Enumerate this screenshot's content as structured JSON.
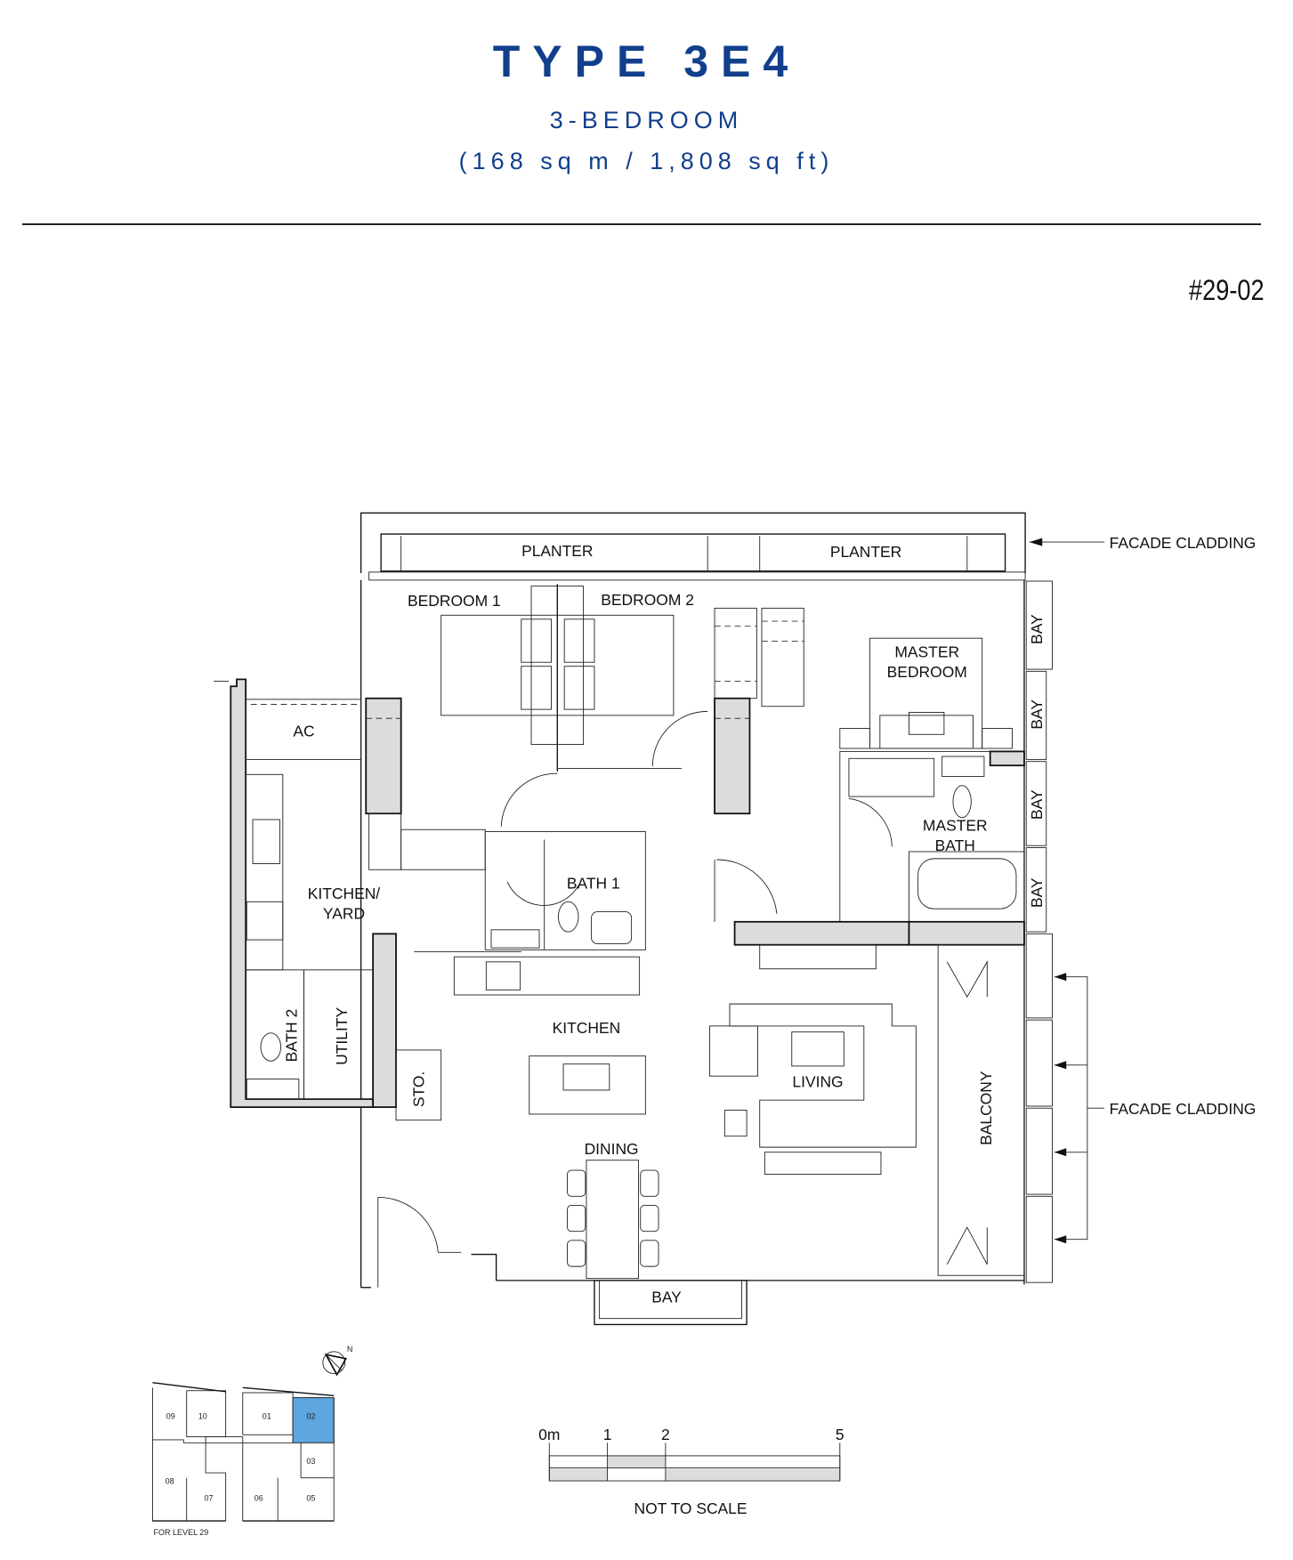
{
  "header": {
    "title": "TYPE 3E4",
    "subtitle": "3-BEDROOM",
    "area": "(168 sq m / 1,808 sq ft)",
    "unit_number": "#29-02"
  },
  "rooms": {
    "planter_1": "PLANTER",
    "planter_2": "PLANTER",
    "bedroom_1": "BEDROOM  1",
    "bedroom_2": "BEDROOM  2",
    "master_bedroom_1": "MASTER",
    "master_bedroom_2": "BEDROOM",
    "master_bath_1": "MASTER",
    "master_bath_2": "BATH",
    "ac": "AC",
    "kitchen_yard_1": "KITCHEN/",
    "kitchen_yard_2": "YARD",
    "bath_1": "BATH  1",
    "bath_2": "BATH 2",
    "utility": "UTILITY",
    "store": "STO.",
    "kitchen": "KITCHEN",
    "living": "LIVING",
    "dining": "DINING",
    "balcony": "BALCONY",
    "bay_bottom": "BAY",
    "bay_right": [
      "BAY",
      "BAY",
      "BAY",
      "BAY"
    ]
  },
  "annotations": {
    "facade_top": "FACADE CLADDING",
    "facade_right": "FACADE CLADDING"
  },
  "scale_bar": {
    "labels": [
      "0m",
      "1",
      "2",
      "5"
    ],
    "note": "NOT TO SCALE"
  },
  "key_plan": {
    "compass": "N",
    "units": [
      "09",
      "10",
      "01",
      "02",
      "03",
      "08",
      "07",
      "06",
      "05"
    ],
    "highlighted_unit": "02",
    "highlight_color": "#5ea6de",
    "caption": "FOR LEVEL 29"
  },
  "colors": {
    "brand": "#123f8c",
    "wall_fill": "#dcdcdc"
  }
}
